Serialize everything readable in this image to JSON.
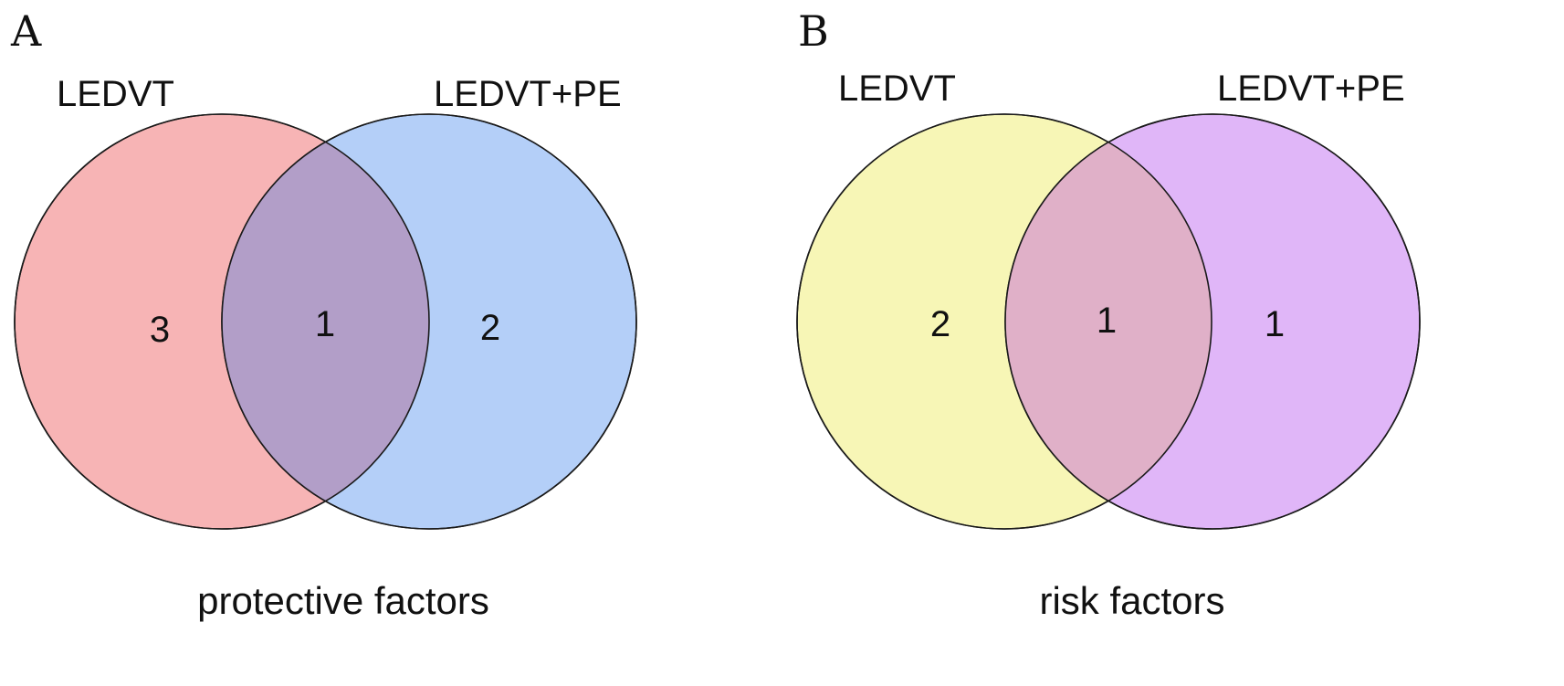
{
  "panels": [
    {
      "letter": "A",
      "caption": "protective factors",
      "sets": [
        {
          "name": "LEDVT",
          "color": "#f7b4b5"
        },
        {
          "name": "LEDVT+PE",
          "color": "#b4cff8"
        }
      ],
      "overlap_color": "#b29ec8",
      "counts": {
        "left_only": "3",
        "both": "1",
        "right_only": "2"
      }
    },
    {
      "letter": "B",
      "caption": "risk factors",
      "sets": [
        {
          "name": "LEDVT",
          "color": "#f7f6b6"
        },
        {
          "name": "LEDVT+PE",
          "color": "#e0b6f8"
        }
      ],
      "overlap_color": "#e0b0c8",
      "counts": {
        "left_only": "2",
        "both": "1",
        "right_only": "1"
      }
    }
  ]
}
